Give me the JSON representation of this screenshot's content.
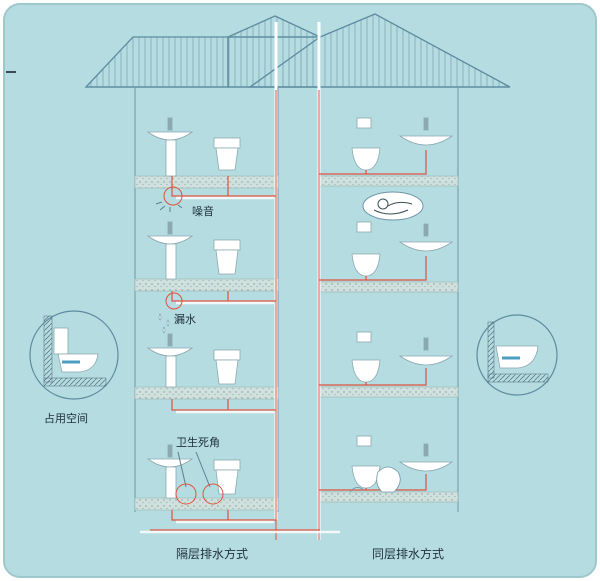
{
  "labels": {
    "noise": "噪音",
    "leak": "漏水",
    "space": "占用空间",
    "dead_corner": "卫生死角",
    "left_caption": "隔层排水方式",
    "right_caption": "同层排水方式"
  },
  "colors": {
    "background": "#b5dce0",
    "pipe_red": "#e0523c",
    "wall_blue": "#5d8ca0",
    "floor_slab": "#c9dcd9",
    "fixture_white": "#ffffff"
  },
  "icons": {
    "noise": "speaker-icon",
    "leak": "water-drops-icon",
    "sleeping_person": "sleeping-person-icon"
  }
}
